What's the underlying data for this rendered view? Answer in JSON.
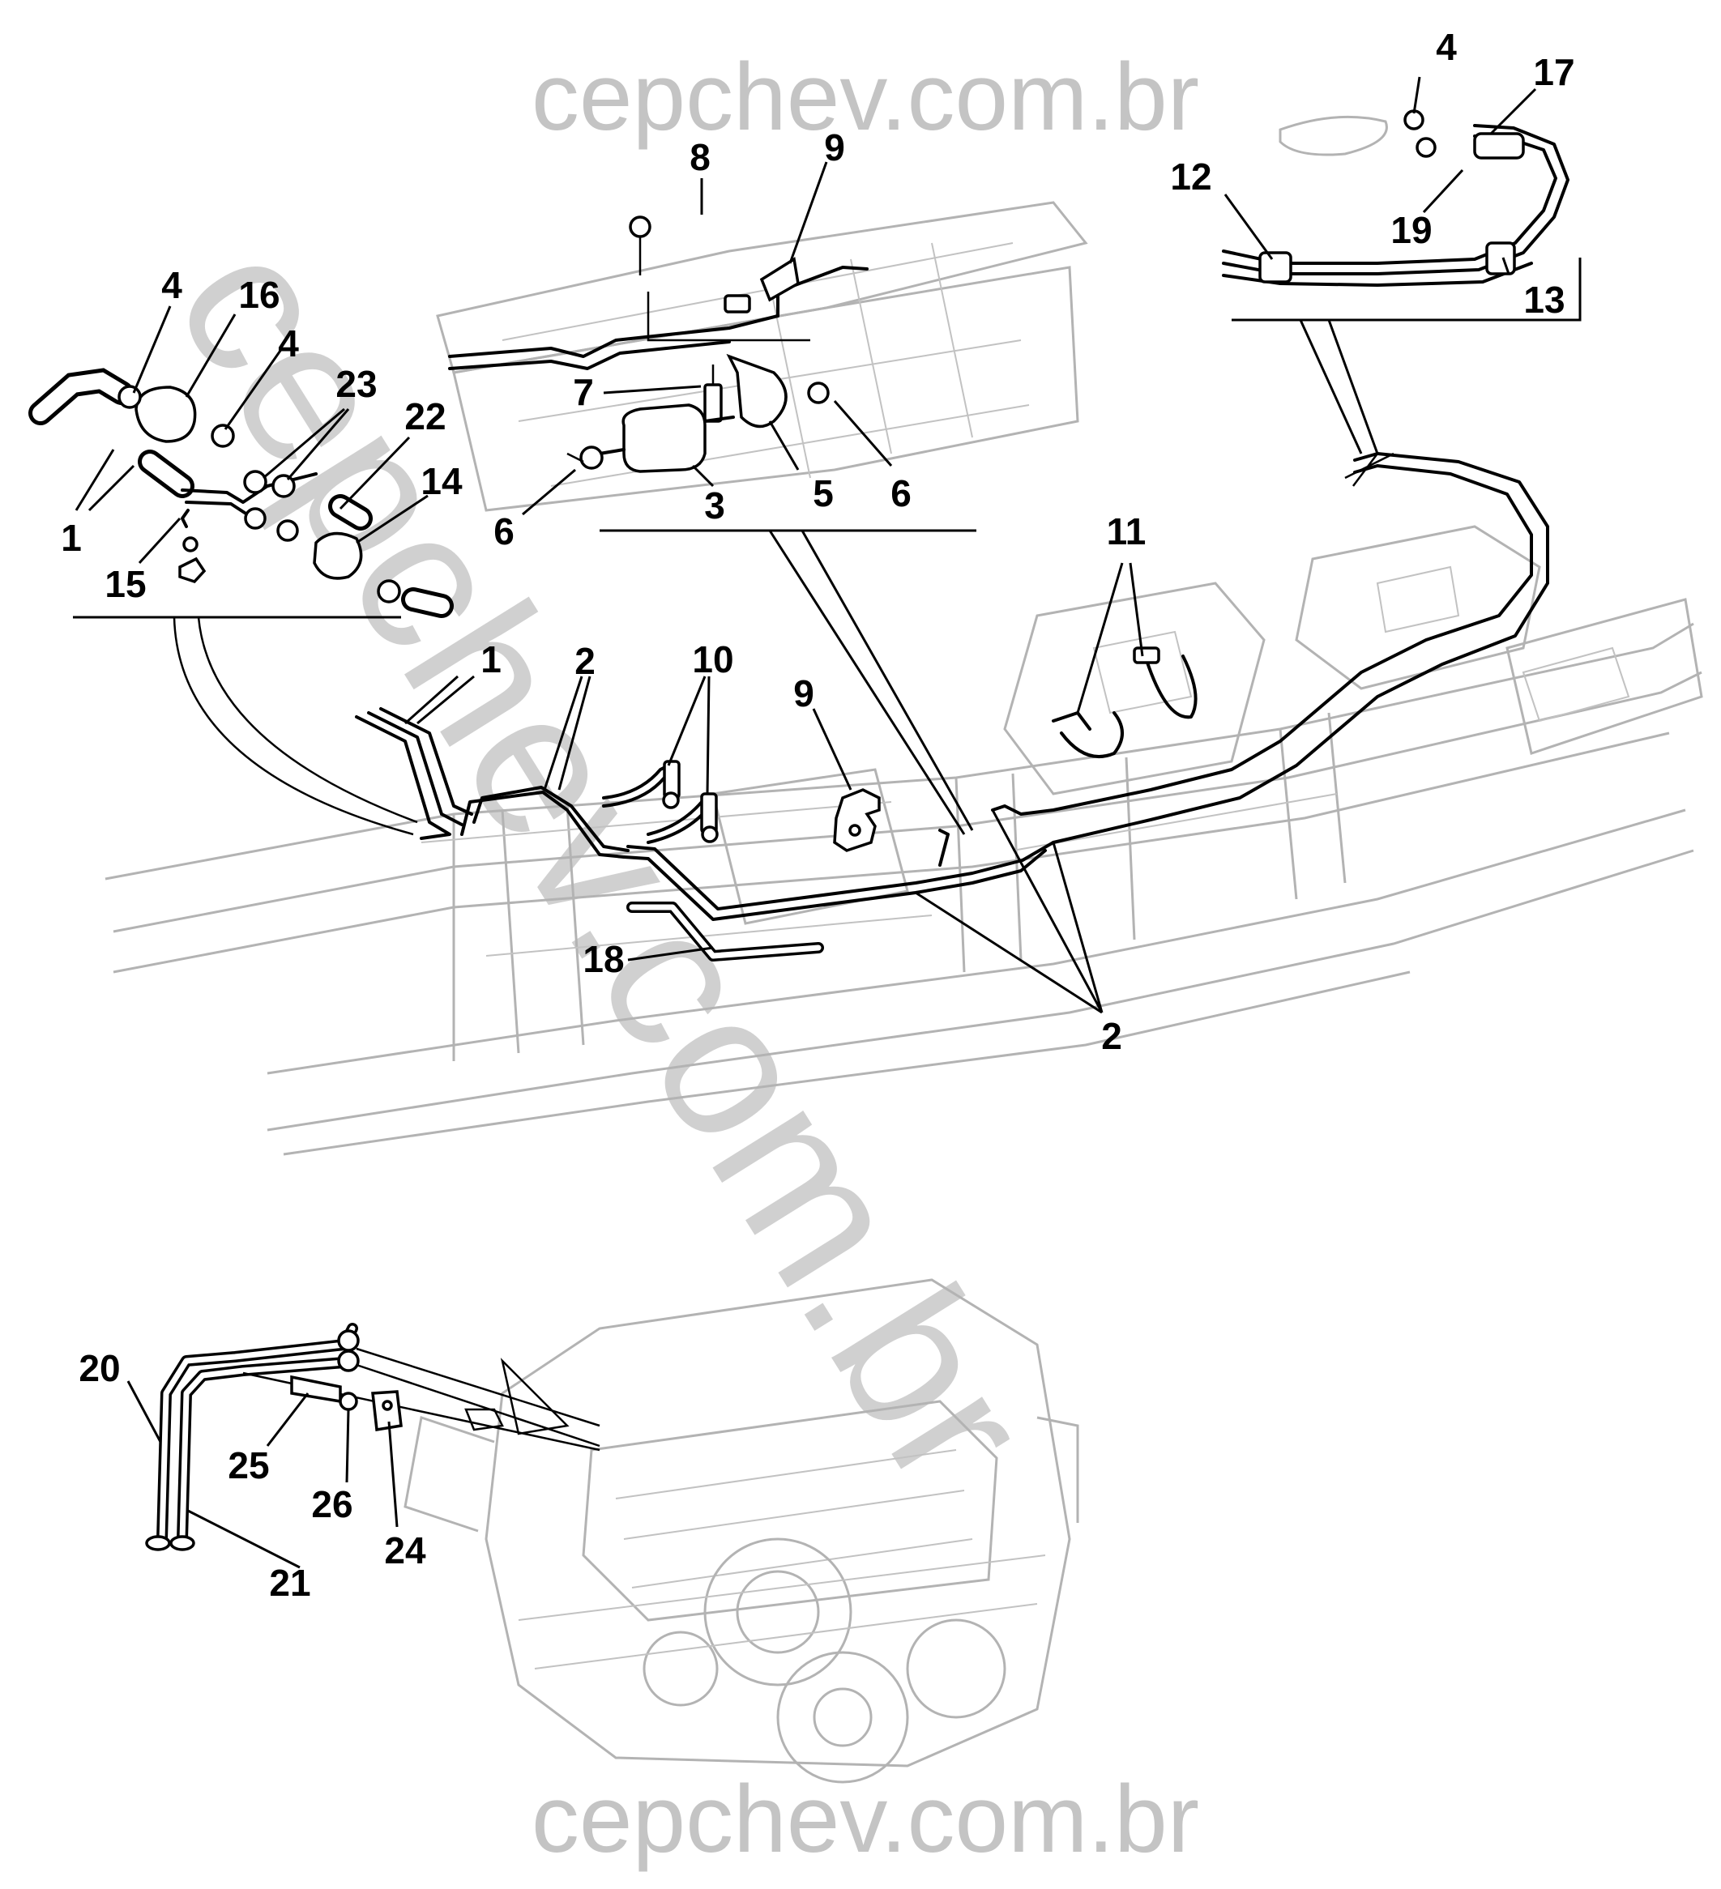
{
  "watermark": {
    "top": "cepchev.com.br",
    "bottom": "cepchev.com.br",
    "diagonal": "cepchev.com.br"
  },
  "callouts": [
    {
      "id": "c1a",
      "label": "1"
    },
    {
      "id": "c1b",
      "label": "1"
    },
    {
      "id": "c2a",
      "label": "2"
    },
    {
      "id": "c2b",
      "label": "2"
    },
    {
      "id": "c3",
      "label": "3"
    },
    {
      "id": "c4a",
      "label": "4"
    },
    {
      "id": "c4b",
      "label": "4"
    },
    {
      "id": "c4c",
      "label": "4"
    },
    {
      "id": "c5",
      "label": "5"
    },
    {
      "id": "c6a",
      "label": "6"
    },
    {
      "id": "c6b",
      "label": "6"
    },
    {
      "id": "c7",
      "label": "7"
    },
    {
      "id": "c8",
      "label": "8"
    },
    {
      "id": "c9a",
      "label": "9"
    },
    {
      "id": "c9b",
      "label": "9"
    },
    {
      "id": "c10",
      "label": "10"
    },
    {
      "id": "c11",
      "label": "11"
    },
    {
      "id": "c12",
      "label": "12"
    },
    {
      "id": "c13",
      "label": "13"
    },
    {
      "id": "c14",
      "label": "14"
    },
    {
      "id": "c15",
      "label": "15"
    },
    {
      "id": "c16",
      "label": "16"
    },
    {
      "id": "c17",
      "label": "17"
    },
    {
      "id": "c18",
      "label": "18"
    },
    {
      "id": "c19",
      "label": "19"
    },
    {
      "id": "c20",
      "label": "20"
    },
    {
      "id": "c21",
      "label": "21"
    },
    {
      "id": "c22",
      "label": "22"
    },
    {
      "id": "c23",
      "label": "23"
    },
    {
      "id": "c24",
      "label": "24"
    },
    {
      "id": "c25",
      "label": "25"
    },
    {
      "id": "c26",
      "label": "26"
    }
  ]
}
